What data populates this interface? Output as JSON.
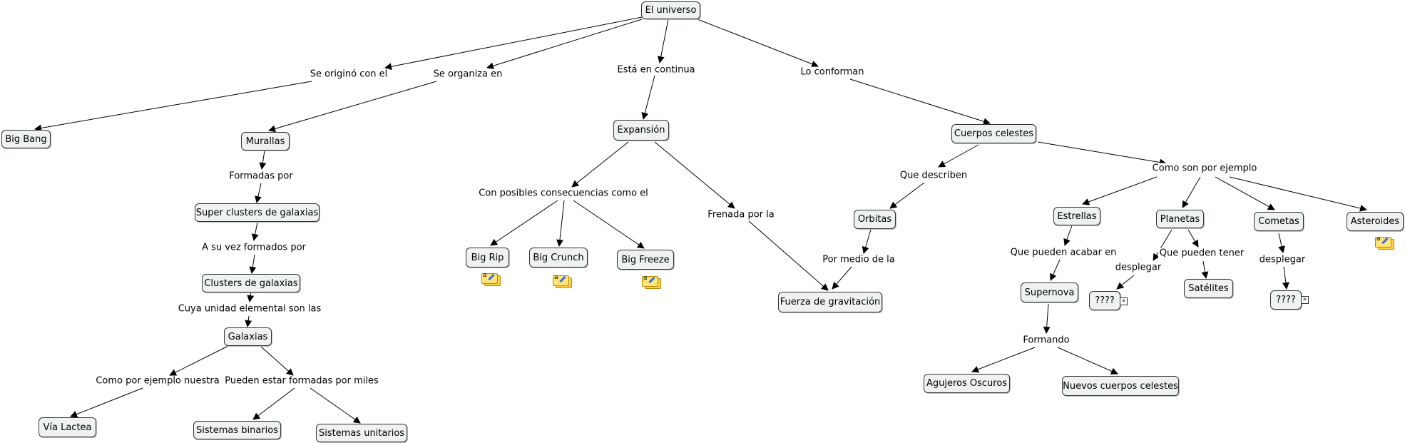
{
  "nodes": {
    "universo": "El universo",
    "big_bang": "Big Bang",
    "murallas": "Murallas",
    "super_clusters": "Super clusters de galaxias",
    "clusters": "Clusters de galaxias",
    "galaxias": "Galaxias",
    "via_lactea": "Vía Lactea",
    "sistemas_binarios": "Sistemas binarios",
    "sistemas_unitarios": "Sistemas unitarios",
    "expansion": "Expansión",
    "big_rip": "Big Rip",
    "big_crunch": "Big Crunch",
    "big_freeze": "Big Freeze",
    "fuerza_gravitacion": "Fuerza de gravitación",
    "cuerpos_celestes": "Cuerpos celestes",
    "orbitas": "Orbitas",
    "estrellas": "Estrellas",
    "planetas": "Planetas",
    "cometas": "Cometas",
    "asteroides": "Asteroides",
    "supernova": "Supernova",
    "agujeros_oscuros": "Agujeros Oscuros",
    "nuevos_cuerpos": "Nuevos cuerpos celestes",
    "satelites": "Satélites",
    "unknown1": "????",
    "unknown2": "????"
  },
  "links": {
    "se_origino": "Se originó con el",
    "se_organiza": "Se organiza en",
    "esta_continua": "Está en continua",
    "lo_conforman": "Lo conforman",
    "formadas_por": "Formadas por",
    "a_su_vez": "A su vez formados por",
    "cuya_unidad": "Cuya unidad elemental son las",
    "como_ejemplo_nuestra": "Como por ejemplo nuestra",
    "pueden_estar": "Pueden estar formadas por miles",
    "con_posibles": "Con posibles consecuencias como el",
    "frenada": "Frenada por la",
    "que_describen": "Que describen",
    "por_medio": "Por medio de la",
    "como_son": "Como son por ejemplo",
    "que_pueden_acabar": "Que pueden acabar en",
    "formando": "Formando",
    "desplegar1": "desplegar",
    "que_pueden_tener": "Que pueden tener",
    "desplegar2": "desplegar"
  },
  "icons": {
    "resource": "resource-card-icon",
    "expand": "expand-arrow-icon"
  }
}
